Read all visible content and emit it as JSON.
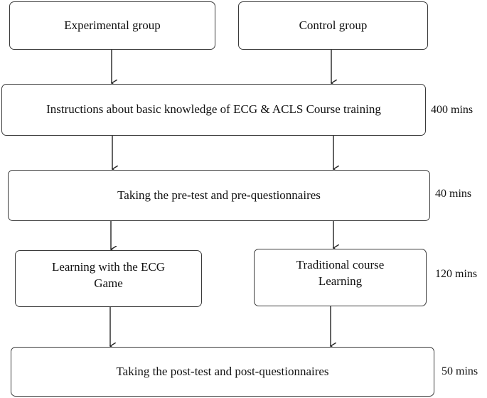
{
  "boxes": {
    "experimental": "Experimental group",
    "control": "Control group",
    "instructions": "Instructions about basic knowledge of ECG & ACLS Course training",
    "pretest": "Taking the pre-test and pre-questionnaires",
    "ecg_game_line1": "Learning with the ECG",
    "ecg_game_line2": "Game",
    "traditional_line1": "Traditional course",
    "traditional_line2": "Learning",
    "posttest": "Taking the post-test and post-questionnaires"
  },
  "durations": {
    "instructions": "400 mins",
    "pretest": "40 mins",
    "learning": "120 mins",
    "posttest": "50 mins"
  },
  "colors": {
    "stroke": "#3a3a3a",
    "text": "#111111"
  }
}
